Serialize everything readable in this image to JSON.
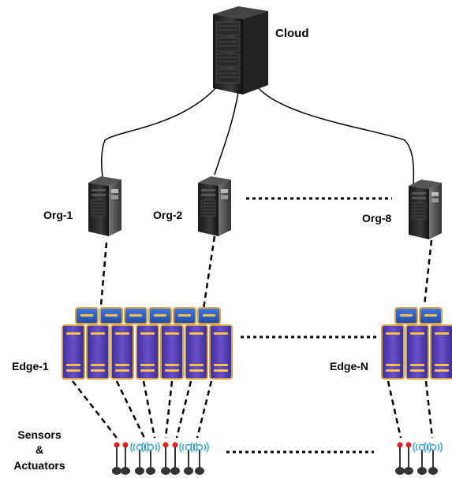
{
  "labels": {
    "cloud": "Cloud",
    "org1": "Org-1",
    "org2": "Org-2",
    "org8": "Org-8",
    "edge1": "Edge-1",
    "edgeN": "Edge-N",
    "sensors_line1": "Sensors",
    "sensors_line2": "&",
    "sensors_line3": "Actuators"
  },
  "icons": {
    "cloud": "server-rack-icon",
    "org": "tower-server-icon",
    "edge": "edge-server-icon",
    "sensor": "sensor-antenna-icon",
    "actuator": "wireless-actuator-icon"
  },
  "colors": {
    "edge_fill": "#4a3fb5",
    "edge_top": "#2e5dc4",
    "edge_border": "#d9a441",
    "edge_stripe": "#f2c14e",
    "server_dark": "#222222",
    "wireless": "#3aa0d8",
    "sensor_led": "#e02020"
  }
}
